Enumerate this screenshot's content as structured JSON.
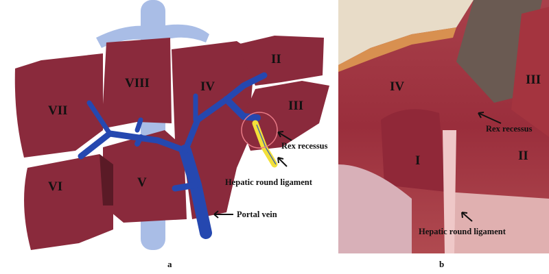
{
  "panel_a": {
    "label": "a",
    "segments": [
      "II",
      "III",
      "IV",
      "V",
      "VI",
      "VII",
      "VIII"
    ],
    "annotations": {
      "rex": "Rex recessus",
      "ligament": "Hepatic round ligament",
      "portal": "Portal vein"
    }
  },
  "panel_b": {
    "label": "b",
    "segments": [
      "IV",
      "III",
      "I",
      "II"
    ],
    "annotations": {
      "rex": "Rex recessus",
      "ligament": "Hepatic round ligament"
    }
  },
  "colors": {
    "liver": "#8a2a3c",
    "portal_vein": "#2548b0",
    "ivc": "#a9bde6",
    "ligament": "#f2e03a",
    "circle": "#e87a86"
  }
}
